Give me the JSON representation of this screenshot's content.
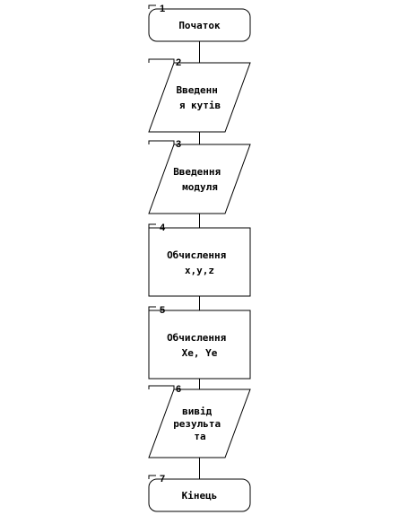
{
  "flowchart": {
    "nodes": [
      {
        "number": "1",
        "shape": "terminal",
        "lines": [
          "Початок"
        ]
      },
      {
        "number": "2",
        "shape": "parallelogram",
        "lines": [
          "Введенн",
          "я кутів"
        ]
      },
      {
        "number": "3",
        "shape": "parallelogram",
        "lines": [
          "Введення",
          "модуля"
        ]
      },
      {
        "number": "4",
        "shape": "process",
        "lines": [
          "Обчислення",
          "x,y,z"
        ]
      },
      {
        "number": "5",
        "shape": "process",
        "lines": [
          "Обчислення",
          "Xe, Ye"
        ]
      },
      {
        "number": "6",
        "shape": "parallelogram",
        "lines": [
          "вивід",
          "результа",
          "та"
        ]
      },
      {
        "number": "7",
        "shape": "terminal",
        "lines": [
          "Кінець"
        ]
      }
    ],
    "colors": {
      "stroke": "#000000",
      "fill": "#ffffff"
    }
  }
}
